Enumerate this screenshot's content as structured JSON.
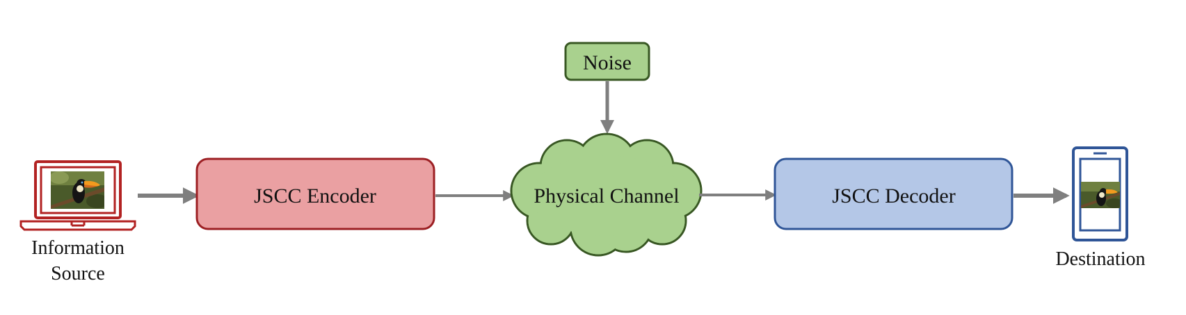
{
  "diagram": {
    "nodes": {
      "source": {
        "label_line1": "Information",
        "label_line2": "Source"
      },
      "encoder": {
        "label": "JSCC Encoder"
      },
      "noise": {
        "label": "Noise"
      },
      "channel": {
        "label": "Physical Channel"
      },
      "decoder": {
        "label": "JSCC Decoder"
      },
      "destination": {
        "label": "Destination"
      }
    },
    "colors": {
      "encoder_fill": "#eaa0a2",
      "encoder_stroke": "#9c1f23",
      "decoder_fill": "#b4c7e7",
      "decoder_stroke": "#2f5597",
      "green_fill": "#a9d18e",
      "green_stroke": "#385723",
      "arrow": "#7f7f7f",
      "laptop": "#b22222",
      "phone": "#2f5597"
    },
    "icons": {
      "source_device": "laptop-icon",
      "destination_device": "smartphone-icon",
      "thumbnail": "toucan-photo"
    }
  }
}
